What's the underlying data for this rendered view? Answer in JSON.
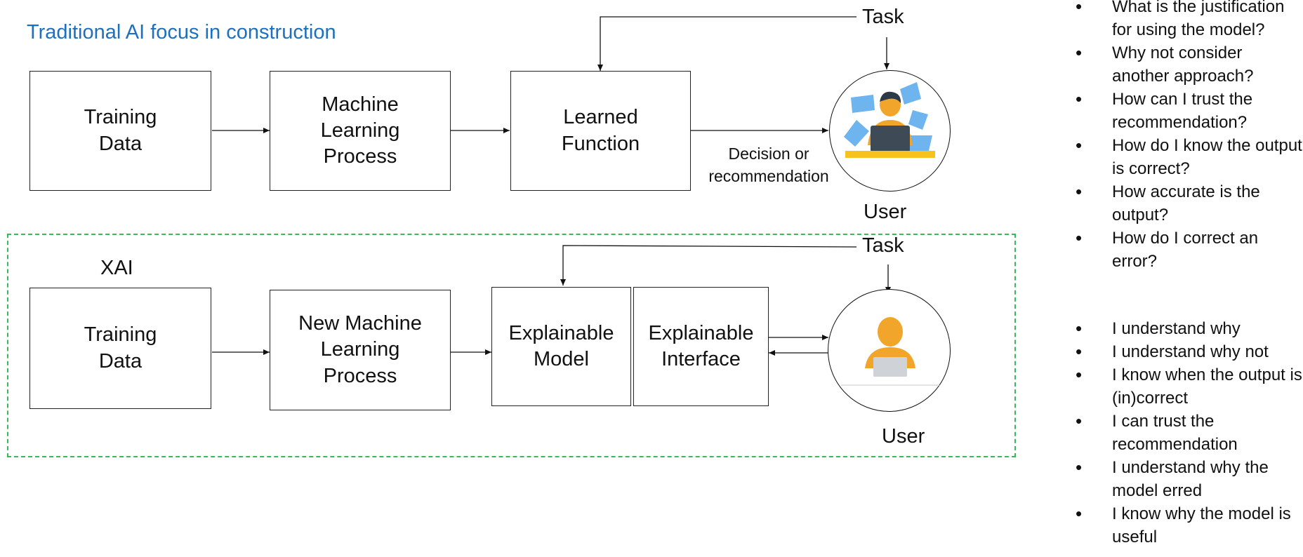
{
  "top": {
    "title": "Traditional AI focus in construction",
    "boxes": {
      "training_data": "Training\nData",
      "ml_process": "Machine\nLearning\nProcess",
      "learned_function": "Learned\nFunction"
    },
    "task_label": "Task",
    "user_label": "User",
    "output_label": "Decision or\nrecommendation"
  },
  "bottom": {
    "title": "XAI",
    "boxes": {
      "training_data": "Training\nData",
      "new_ml_process": "New Machine\nLearning\nProcess",
      "explainable_model": "Explainable\nModel",
      "explainable_interface": "Explainable\nInterface"
    },
    "task_label": "Task",
    "user_label": "User"
  },
  "questions": [
    "What is the justification for using the model?",
    "Why not consider another approach?",
    "How can I trust the recommendation?",
    "How do I know the output is correct?",
    "How accurate is the output?",
    "How do I correct an error?"
  ],
  "answers": [
    "I understand why",
    "I understand why not",
    "I know when the output is (in)correct",
    "I can trust the recommendation",
    "I understand why the model erred",
    "I know why the model is useful"
  ],
  "colors": {
    "title_blue": "#1f6fbf",
    "xai_frame_green": "#3cb85c",
    "paper_blue": "#6eb4ee",
    "figure_orange": "#f2a52b",
    "desk_yellow": "#f7c21e",
    "laptop_dark": "#3e4a55"
  }
}
